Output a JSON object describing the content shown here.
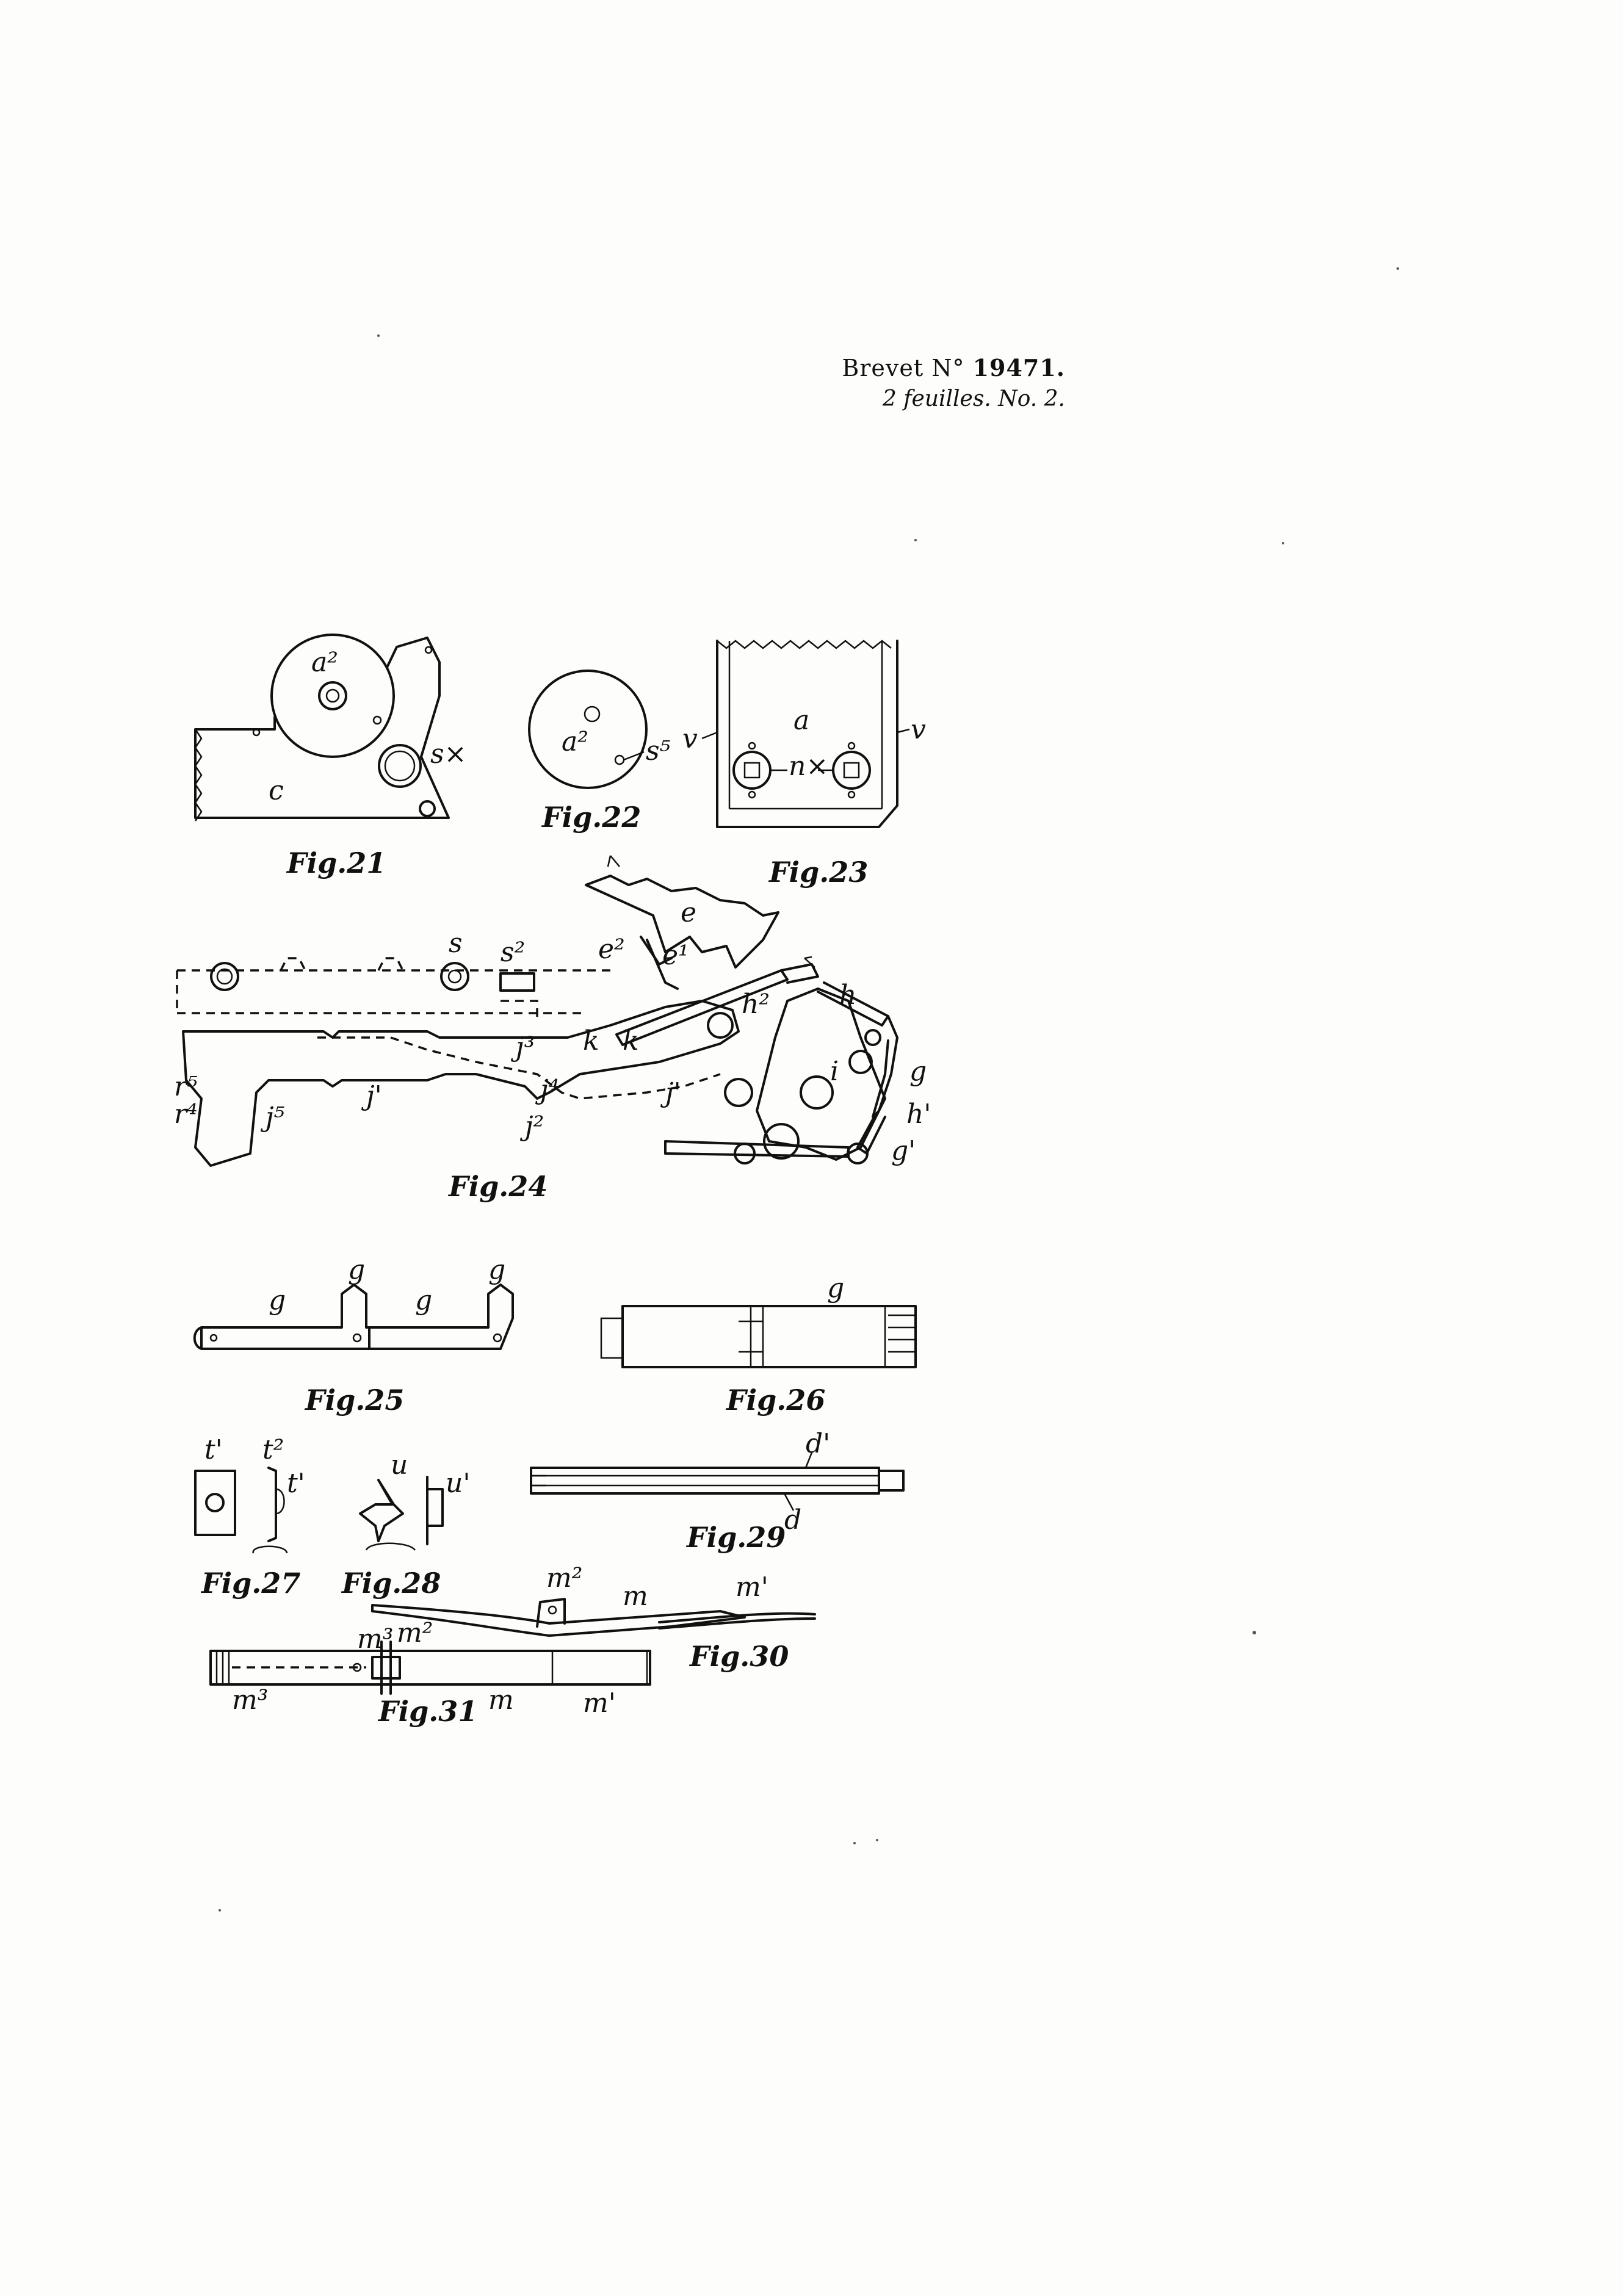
{
  "header": {
    "brevet_prefix": "Brevet N°",
    "brevet_number": "19471.",
    "sheets": "2 feuilles. No. 2."
  },
  "figures": [
    {
      "id": "fig21",
      "caption": "Fig.21",
      "labels": [
        "a²",
        "s×",
        "c"
      ]
    },
    {
      "id": "fig22",
      "caption": "Fig.22",
      "labels": [
        "a²",
        "s⁵"
      ]
    },
    {
      "id": "fig23",
      "caption": "Fig.23",
      "labels": [
        "a",
        "v",
        "v",
        "n×"
      ]
    },
    {
      "id": "fig24",
      "caption": "Fig.24",
      "labels": [
        "e",
        "e²",
        "e¹",
        "s",
        "s²",
        "h²",
        "h",
        "j³",
        "k",
        "k",
        "j⁴",
        "j'",
        "j²",
        "j⁵",
        "j'",
        "i",
        "g",
        "h'",
        "g'",
        "r⁵",
        "r⁴"
      ]
    },
    {
      "id": "fig25",
      "caption": "Fig.25",
      "labels": [
        "g",
        "g",
        "g",
        "g"
      ]
    },
    {
      "id": "fig26",
      "caption": "Fig.26",
      "labels": [
        "g"
      ]
    },
    {
      "id": "fig27",
      "caption": "Fig.27",
      "labels": [
        "t'",
        "t²",
        "t'"
      ]
    },
    {
      "id": "fig28",
      "caption": "Fig.28",
      "labels": [
        "u",
        "u'"
      ]
    },
    {
      "id": "fig29",
      "caption": "Fig.29",
      "labels": [
        "d'",
        "d"
      ]
    },
    {
      "id": "fig30",
      "caption": "Fig.30",
      "labels": [
        "m²",
        "m",
        "m'"
      ]
    },
    {
      "id": "fig31",
      "caption": "Fig.31",
      "labels": [
        "m³",
        "m²",
        "m³",
        "m",
        "m'"
      ]
    }
  ]
}
